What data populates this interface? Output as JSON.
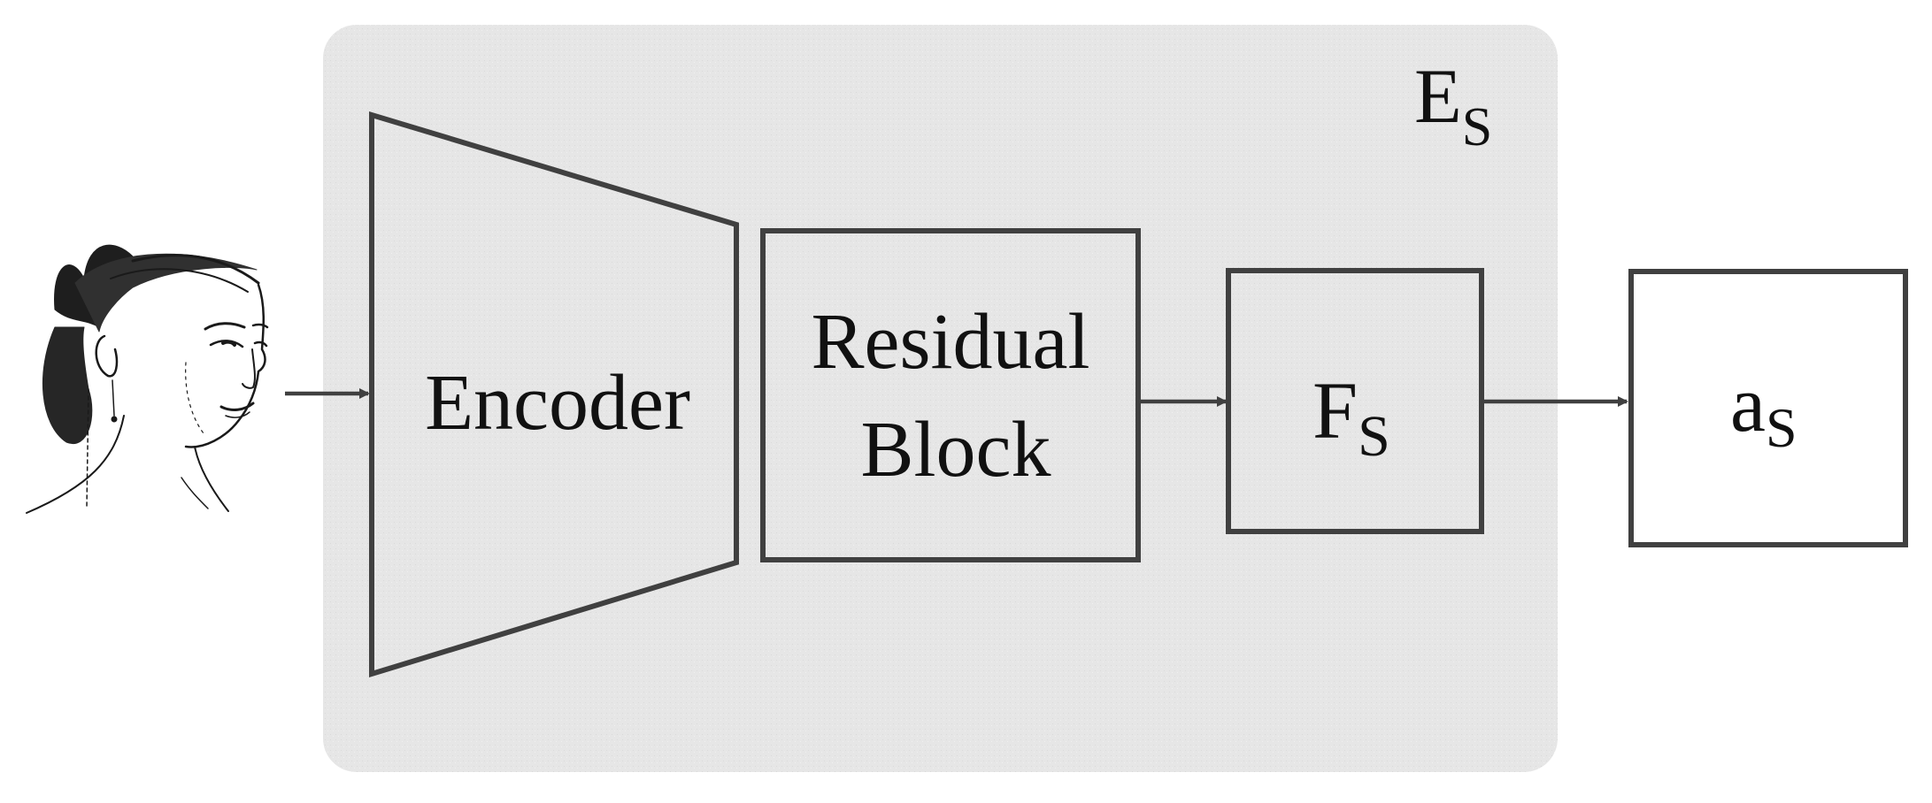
{
  "module": {
    "name": "E",
    "sub": "S"
  },
  "encoder": {
    "label": "Encoder"
  },
  "residual": {
    "line1": "Residual",
    "line2": "Block"
  },
  "feature": {
    "name": "F",
    "sub": "S"
  },
  "output": {
    "name": "a",
    "sub": "S"
  },
  "colors": {
    "panel": "#e8e8e8",
    "stroke": "#404040",
    "text": "#111111"
  },
  "input_image": {
    "icon": "face-sketch-icon"
  }
}
